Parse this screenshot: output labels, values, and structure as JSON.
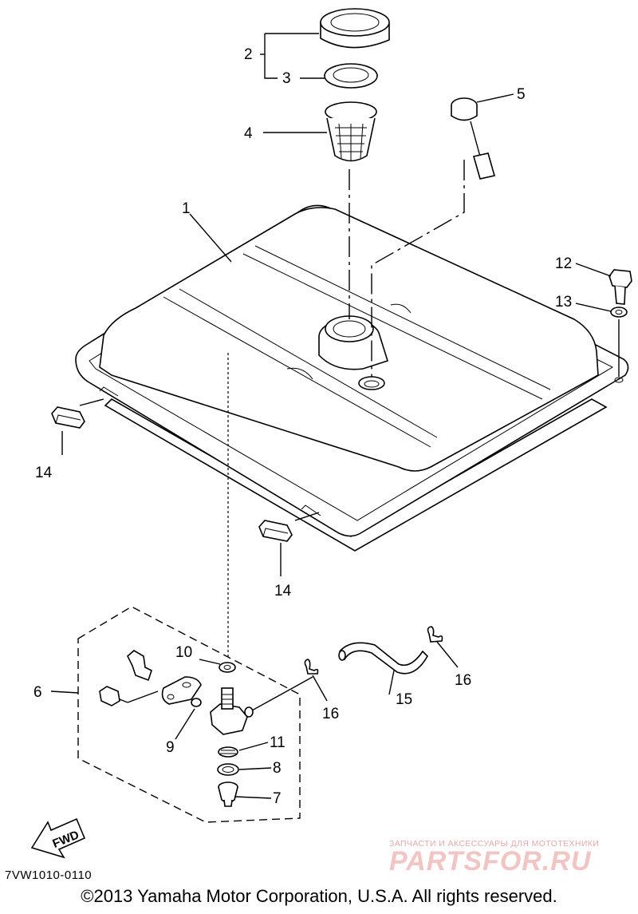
{
  "callouts": {
    "c1": "1",
    "c2": "2",
    "c3": "3",
    "c4": "4",
    "c5": "5",
    "c6": "6",
    "c7": "7",
    "c8": "8",
    "c9": "9",
    "c10": "10",
    "c11": "11",
    "c12": "12",
    "c13": "13",
    "c14a": "14",
    "c14b": "14",
    "c15": "15",
    "c16a": "16",
    "c16b": "16"
  },
  "fwd_label": "FWD",
  "diagram_code": "7VW1010-0110",
  "copyright": "©2013 Yamaha Motor Corporation, U.S.A. All rights reserved.",
  "watermark": {
    "tagline": "ЗАПЧАСТИ И АКСЕССУАРЫ ДЛЯ МОТОТЕХНИКИ",
    "logo": "PARTSFOR.RU"
  }
}
